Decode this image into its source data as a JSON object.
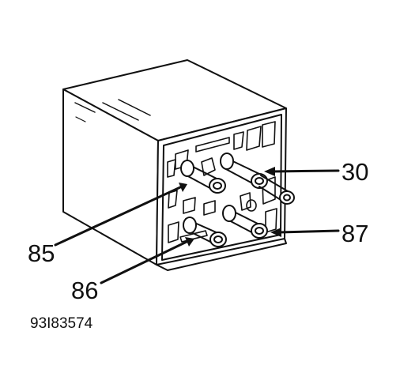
{
  "figure_id": "93I83574",
  "pins": [
    {
      "label": "30"
    },
    {
      "label": "87"
    },
    {
      "label": "85"
    },
    {
      "label": "86"
    }
  ]
}
